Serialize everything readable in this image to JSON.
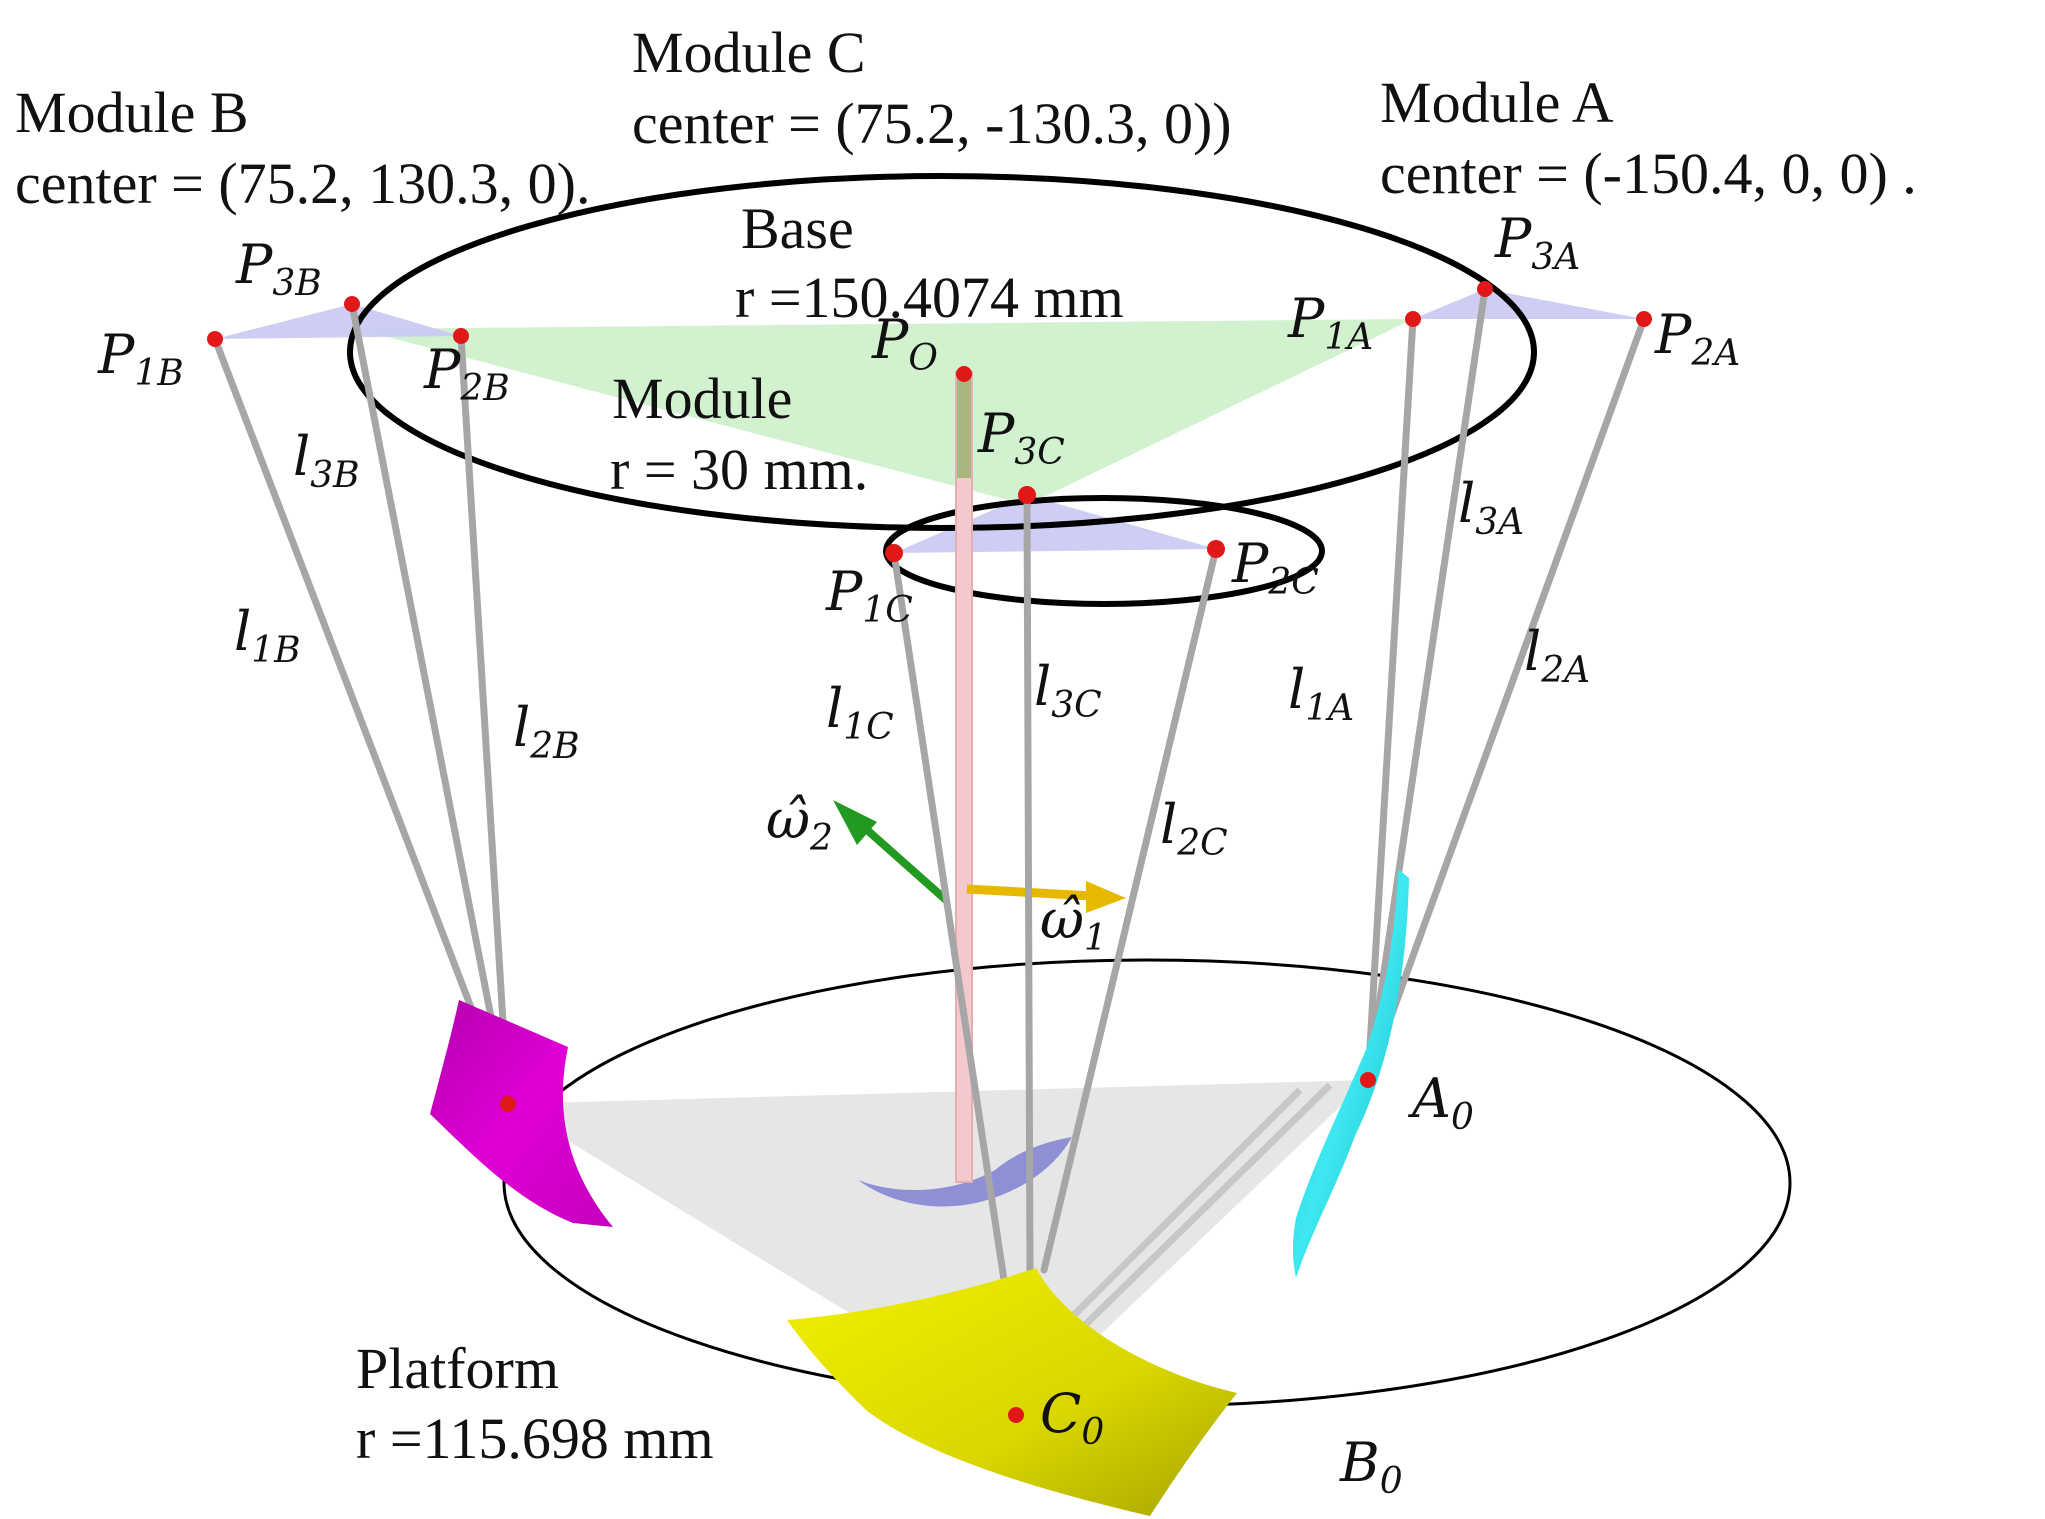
{
  "colors": {
    "base_triangle": "#c9efc7",
    "module_triangle": "#c9c9f4",
    "platform_triangle": "#d9d9d9",
    "rod": "#a6a6a6",
    "point": "#e01818",
    "curve_a": "#1fd9e4",
    "curve_b": "#d200c8",
    "curve_c": "#e3e100",
    "curve_center": "#8f8fd6",
    "axis_w1": "#e6b800",
    "axis_w2": "#229a22",
    "mast": "#f4c9cd"
  },
  "labels": {
    "module_b": {
      "title": "Module B",
      "center": "center = (75.2, 130.3, 0)."
    },
    "module_c": {
      "title": "Module C",
      "center": "center = (75.2, -130.3, 0))"
    },
    "module_a": {
      "title": "Module A",
      "center": "center = (-150.4, 0, 0) ."
    },
    "base": {
      "title": "Base",
      "radius": "r =150.4074 mm"
    },
    "module": {
      "title": "Module",
      "radius": "r = 30 mm."
    },
    "platform": {
      "title": "Platform",
      "radius": "r =115.698 mm"
    }
  },
  "points": {
    "P1B": {
      "main": "P",
      "sub": "1B"
    },
    "P2B": {
      "main": "P",
      "sub": "2B"
    },
    "P3B": {
      "main": "P",
      "sub": "3B"
    },
    "P1A": {
      "main": "P",
      "sub": "1A"
    },
    "P2A": {
      "main": "P",
      "sub": "2A"
    },
    "P3A": {
      "main": "P",
      "sub": "3A"
    },
    "P1C": {
      "main": "P",
      "sub": "1C"
    },
    "P2C": {
      "main": "P",
      "sub": "2C"
    },
    "P3C": {
      "main": "P",
      "sub": "3C"
    },
    "PO": {
      "main": "P",
      "sub": "O"
    },
    "A0": {
      "main": "A",
      "sub": "0"
    },
    "B0": {
      "main": "B",
      "sub": "0"
    },
    "C0": {
      "main": "C",
      "sub": "0"
    }
  },
  "legs": {
    "l1B": {
      "main": "l",
      "sub": "1B"
    },
    "l2B": {
      "main": "l",
      "sub": "2B"
    },
    "l3B": {
      "main": "l",
      "sub": "3B"
    },
    "l1A": {
      "main": "l",
      "sub": "1A"
    },
    "l2A": {
      "main": "l",
      "sub": "2A"
    },
    "l3A": {
      "main": "l",
      "sub": "3A"
    },
    "l1C": {
      "main": "l",
      "sub": "1C"
    },
    "l2C": {
      "main": "l",
      "sub": "2C"
    },
    "l3C": {
      "main": "l",
      "sub": "3C"
    }
  },
  "axes": {
    "w1": {
      "main": "ω̂",
      "sub": "1"
    },
    "w2": {
      "main": "ω̂",
      "sub": "2"
    }
  }
}
